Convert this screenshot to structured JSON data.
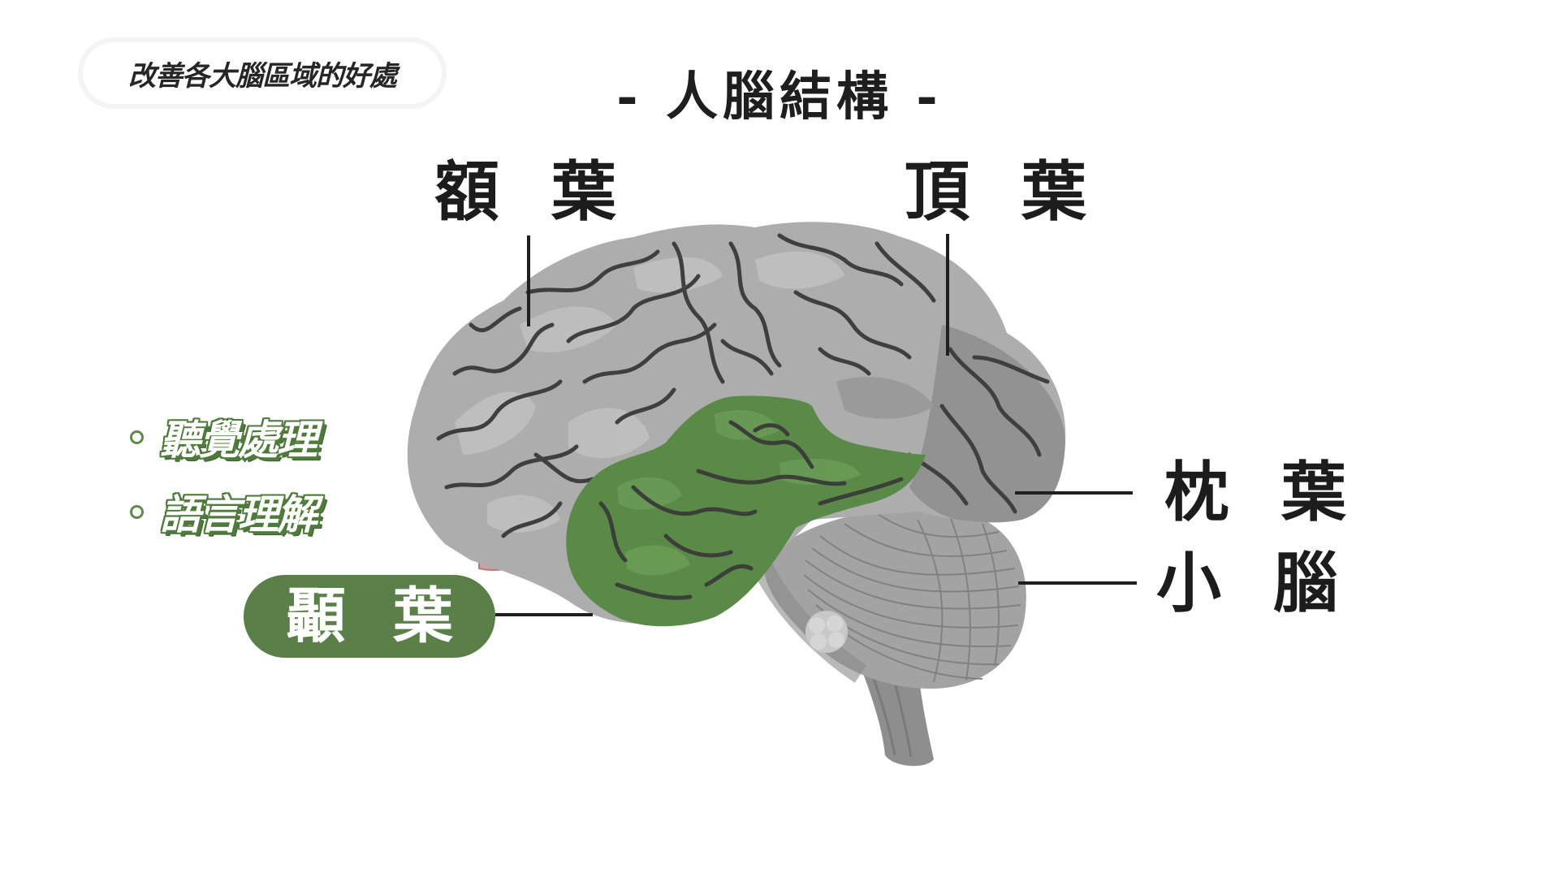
{
  "category_card": {
    "label": "改善各大腦區域的好處"
  },
  "title": "- 人腦結構 -",
  "lobes": {
    "frontal": {
      "label": "額 葉"
    },
    "parietal": {
      "label": "頂 葉"
    },
    "occipital": {
      "label": "枕 葉"
    },
    "cerebellum": {
      "label": "小 腦"
    },
    "temporal": {
      "label": "顳 葉",
      "highlighted": true
    }
  },
  "benefits": [
    {
      "label": "聽覺處理"
    },
    {
      "label": "語言理解"
    }
  ],
  "colors": {
    "highlight_green": "#5a7f48",
    "brain_gray": "#a9a9a9",
    "sulci_dark": "#3f3f3f",
    "label_text": "#1c1c1c"
  }
}
